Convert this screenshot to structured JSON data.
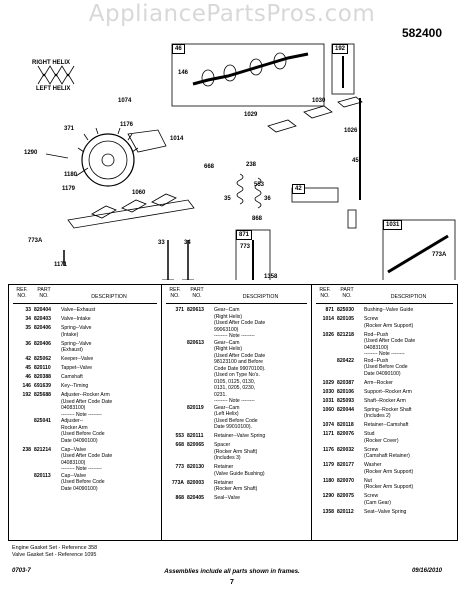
{
  "header": {
    "watermark": "AppliancePartsPros.com",
    "model": "582400"
  },
  "diagram": {
    "callouts": [
      "46",
      "146",
      "192",
      "1074",
      "1030",
      "1029",
      "1026",
      "371",
      "1176",
      "1014",
      "1290",
      "1180",
      "1179",
      "668",
      "1060",
      "238",
      "553",
      "42",
      "45",
      "35",
      "36",
      "868",
      "1031",
      "773A",
      "33",
      "34",
      "871",
      "773",
      "773A",
      "1171",
      "1358"
    ],
    "helix_right": "RIGHT HELIX",
    "helix_left": "LEFT HELIX"
  },
  "table": {
    "headers": {
      "ref": "REF.\nNO.",
      "part": "PART\nNO.",
      "desc": "DESCRIPTION"
    },
    "col1": [
      {
        "ref": "33",
        "part": "820404",
        "desc": [
          "Valve--Exhaust"
        ]
      },
      {
        "ref": "34",
        "part": "820403",
        "desc": [
          "Valve--Intake"
        ]
      },
      {
        "ref": "35",
        "part": "820406",
        "desc": [
          "Spring--Valve",
          "(Intake)"
        ]
      },
      {
        "ref": "36",
        "part": "820406",
        "desc": [
          "Spring--Valve",
          "(Exhaust)"
        ]
      },
      {
        "ref": "42",
        "part": "825062",
        "desc": [
          "Keeper--Valve"
        ]
      },
      {
        "ref": "45",
        "part": "820110",
        "desc": [
          "Tappet--Valve"
        ]
      },
      {
        "ref": "46",
        "part": "820388",
        "desc": [
          "Camshaft"
        ]
      },
      {
        "ref": "146",
        "part": "691639",
        "desc": [
          "Key--Timing"
        ]
      },
      {
        "ref": "192",
        "part": "825688",
        "desc": [
          "Adjuster--Rocker Arm",
          "(Used After Code Date",
          "04083100)",
          "-------- Note --------"
        ]
      },
      {
        "ref": "",
        "part": "825041",
        "desc": [
          "Adjuster--",
          "Rocker Arm",
          "(Used Before Code",
          "Date 04090100)"
        ]
      },
      {
        "ref": "238",
        "part": "821214",
        "desc": [
          "Cap--Valve",
          "(Used After Code Date",
          "04083100)",
          "-------- Note --------"
        ]
      },
      {
        "ref": "",
        "part": "820113",
        "desc": [
          "Cap--Valve",
          "(Used Before Code",
          "Date 04090100)"
        ]
      }
    ],
    "col2": [
      {
        "ref": "371",
        "part": "820613",
        "desc": [
          "Gear--Cam",
          "(Right Helix)",
          "(Used After Code Date",
          "99063100)",
          "-------- Note --------"
        ]
      },
      {
        "ref": "",
        "part": "820613",
        "desc": [
          "Gear--Cam",
          "(Right Helix)",
          "(Used After Code Date",
          "98123100 and Before",
          "Code Date 99070100).",
          "(Used on Type No's.",
          "0105, 0125, 0130,",
          "0131, 0205, 0230,",
          "0231.",
          "-------- Note --------"
        ]
      },
      {
        "ref": "",
        "part": "820119",
        "desc": [
          "Gear--Cam",
          "(Left Helix)",
          "(Used Before Code",
          "Date 99010100)."
        ]
      },
      {
        "ref": "553",
        "part": "820111",
        "desc": [
          "Retainer--Valve Spring"
        ]
      },
      {
        "ref": "668",
        "part": "820065",
        "desc": [
          "Spacer",
          "(Rocker Arm Shaft)",
          "(Includes 3)"
        ]
      },
      {
        "ref": "773",
        "part": "820130",
        "desc": [
          "Retainer",
          "(Valve Guide Bushing)"
        ]
      },
      {
        "ref": "773A",
        "part": "820003",
        "desc": [
          "Retainer",
          "(Rocker Arm Shaft)"
        ]
      },
      {
        "ref": "868",
        "part": "820405",
        "desc": [
          "Seal--Valve"
        ]
      }
    ],
    "col3": [
      {
        "ref": "871",
        "part": "825030",
        "desc": [
          "Bushing--Valve Guide"
        ]
      },
      {
        "ref": "1014",
        "part": "820105",
        "desc": [
          "Screw",
          "(Rocker Arm Support)"
        ]
      },
      {
        "ref": "1026",
        "part": "821218",
        "desc": [
          "Rod--Push",
          "(Used After Code Date",
          "04083100)",
          "-------- Note --------"
        ]
      },
      {
        "ref": "",
        "part": "820422",
        "desc": [
          "Rod--Push",
          "(Used Before Code",
          "Date 04090100)"
        ]
      },
      {
        "ref": "1029",
        "part": "820387",
        "desc": [
          "Arm--Rocker"
        ]
      },
      {
        "ref": "1030",
        "part": "820106",
        "desc": [
          "Support--Rocker Arm"
        ]
      },
      {
        "ref": "1031",
        "part": "825093",
        "desc": [
          "Shaft--Rocker Arm"
        ]
      },
      {
        "ref": "1060",
        "part": "820044",
        "desc": [
          "Spring--Rocker Shaft",
          "(Includes 2)"
        ]
      },
      {
        "ref": "1074",
        "part": "820118",
        "desc": [
          "Retainer--Camshaft"
        ]
      },
      {
        "ref": "1171",
        "part": "820076",
        "desc": [
          "Stud",
          "(Rocker Cover)"
        ]
      },
      {
        "ref": "1176",
        "part": "820032",
        "desc": [
          "Screw",
          "(Camshaft Retainer)"
        ]
      },
      {
        "ref": "1179",
        "part": "820177",
        "desc": [
          "Washer",
          "(Rocker Arm Support)"
        ]
      },
      {
        "ref": "1180",
        "part": "820070",
        "desc": [
          "Nut",
          "(Rocker Arm Support)"
        ]
      },
      {
        "ref": "1290",
        "part": "820075",
        "desc": [
          "Screw",
          "(Cam Gear)"
        ]
      },
      {
        "ref": "1358",
        "part": "820112",
        "desc": [
          "Seat--Valve Spring"
        ]
      }
    ]
  },
  "gaskets": [
    "Engine Gasket Set - Reference 358",
    "Valve Gasket Set - Reference 1095"
  ],
  "footer": {
    "left": "0703-7",
    "center": "Assemblies include all parts shown in frames.",
    "right": "09/16/2010",
    "page": "7"
  }
}
